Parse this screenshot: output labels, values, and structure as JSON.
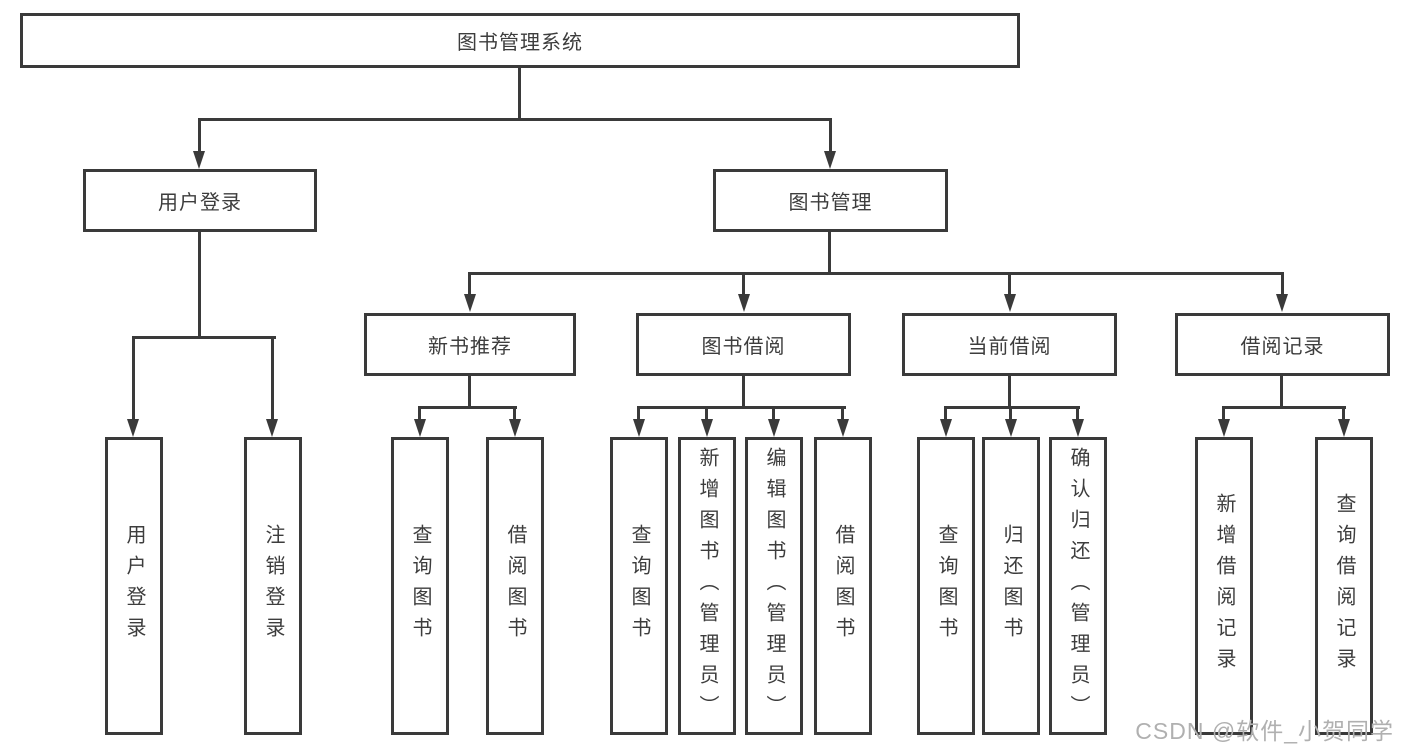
{
  "tree": {
    "root": {
      "label": "图书管理系统"
    },
    "branches": [
      {
        "label": "用户登录",
        "leaves": [
          "用户登录",
          "注销登录"
        ]
      },
      {
        "label": "图书管理",
        "groups": [
          {
            "label": "新书推荐",
            "leaves": [
              "查询图书",
              "借阅图书"
            ]
          },
          {
            "label": "图书借阅",
            "leaves": [
              "查询图书",
              "新增图书（管理员）",
              "编辑图书（管理员）",
              "借阅图书"
            ]
          },
          {
            "label": "当前借阅",
            "leaves": [
              "查询图书",
              "归还图书",
              "确认归还（管理员）"
            ]
          },
          {
            "label": "借阅记录",
            "leaves": [
              "新增借阅记录",
              "查询借阅记录"
            ]
          }
        ]
      }
    ]
  },
  "watermark": {
    "text": "CSDN @软件_小贺同学"
  },
  "colors": {
    "line": "#3a3a3a",
    "border": "#3a3a3a",
    "text": "#3d3d3d",
    "background": "#ffffff",
    "watermark": "#b0b0b0"
  }
}
